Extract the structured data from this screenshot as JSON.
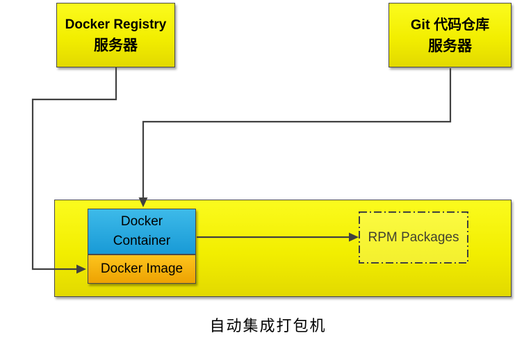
{
  "caption": "自动集成打包机",
  "nodes": {
    "docker_registry": {
      "line1": "Docker Registry",
      "line2": "服务器"
    },
    "git_repo": {
      "line1": "Git 代码仓库",
      "line2": "服务器"
    },
    "docker_container": {
      "line1": "Docker",
      "line2": "Container"
    },
    "docker_image": {
      "label": "Docker Image"
    },
    "rpm_packages": {
      "label": "RPM Packages"
    }
  },
  "colors": {
    "yellow_top": "#fbfb1e",
    "yellow_mid": "#f2ee00",
    "yellow_bottom": "#e2d900",
    "blue_top": "#3dbae9",
    "blue_bottom": "#199ad6",
    "orange_top": "#fdc41d",
    "orange_bottom": "#eda202",
    "border": "#4a4a4a",
    "line": "#404040",
    "text": "#000000",
    "background": "#ffffff"
  }
}
